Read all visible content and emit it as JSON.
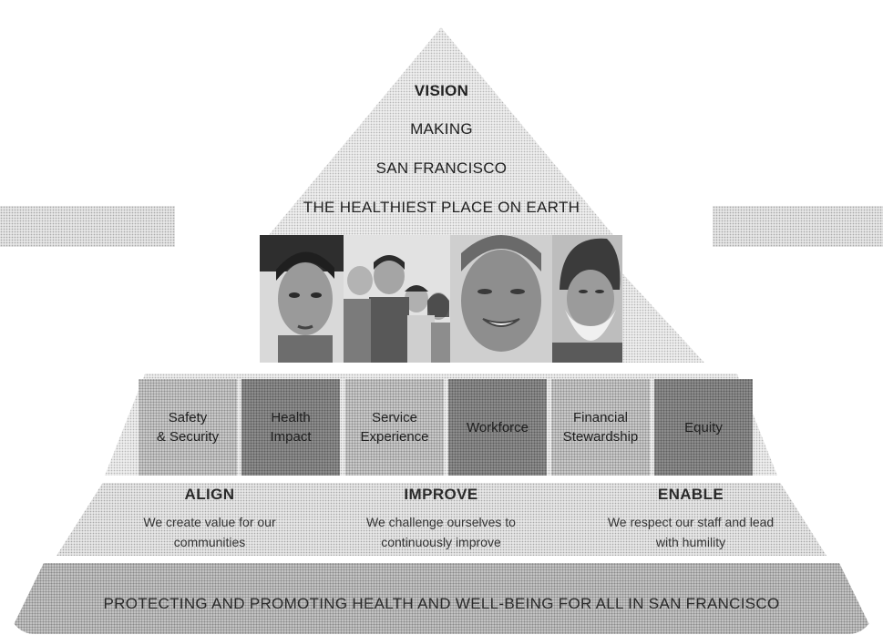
{
  "vision": {
    "title": "VISION",
    "line1": "MAKING",
    "line2": "SAN FRANCISCO",
    "line3": "THE HEALTHIEST PLACE ON EARTH"
  },
  "photos": [
    {
      "name": "young-man-photo"
    },
    {
      "name": "family-photo"
    },
    {
      "name": "smiling-woman-photo"
    },
    {
      "name": "bearded-man-photo"
    }
  ],
  "goals": [
    {
      "label_top": "Safety",
      "label_bottom": "& Security"
    },
    {
      "label_top": "Health",
      "label_bottom": "Impact"
    },
    {
      "label_top": "Service",
      "label_bottom": "Experience"
    },
    {
      "label_top": "",
      "label_bottom": "Workforce"
    },
    {
      "label_top": "Financial",
      "label_bottom": "Stewardship"
    },
    {
      "label_top": "",
      "label_bottom": "Equity"
    }
  ],
  "values": [
    {
      "heading": "ALIGN",
      "line1": "We create value for our",
      "line2": "communities"
    },
    {
      "heading": "IMPROVE",
      "line1": "We challenge ourselves to",
      "line2": "continuously improve"
    },
    {
      "heading": "ENABLE",
      "line1": "We respect our staff and lead",
      "line2": "with humility"
    }
  ],
  "mission": "PROTECTING AND PROMOTING HEALTH AND WELL-BEING FOR ALL IN SAN FRANCISCO"
}
